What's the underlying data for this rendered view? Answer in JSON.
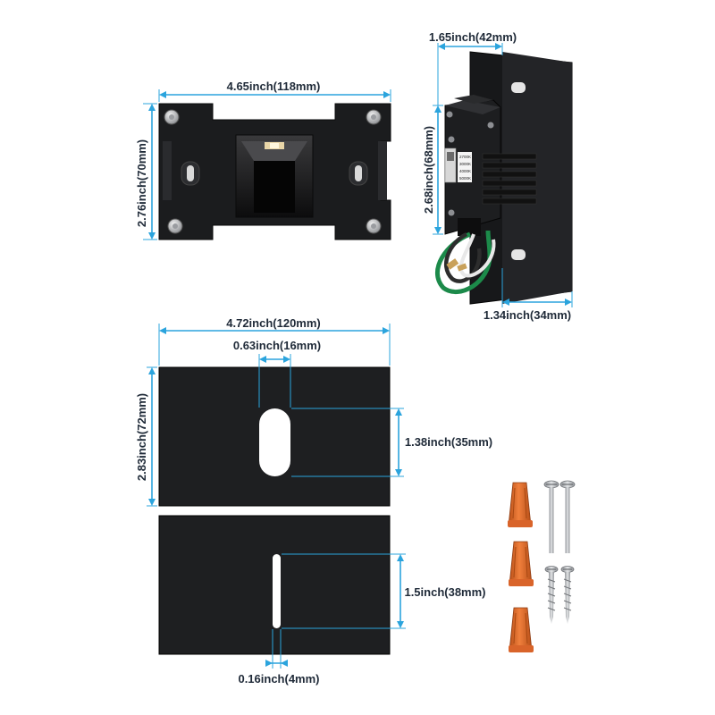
{
  "dimensions": {
    "front_width": "4.65inch(118mm)",
    "front_height": "2.76inch(70mm)",
    "side_width": "1.65inch(42mm)",
    "side_height": "2.68inch(68mm)",
    "side_depth": "1.34inch(34mm)",
    "cover_width": "4.72inch(120mm)",
    "slot_width": "0.63inch(16mm)",
    "cover_height": "2.83inch(72mm)",
    "slot_height": "1.38inch(35mm)",
    "plate_slot_height": "1.5inch(38mm)",
    "plate_slot_width": "0.16inch(4mm)"
  },
  "cct_labels": [
    "2700K",
    "3000K",
    "4000K",
    "5000K"
  ],
  "accessories": {
    "wire_nut_count": 3,
    "machine_screw_count": 2,
    "wood_screw_count": 2
  },
  "colors": {
    "dimension": "#2ba4dd",
    "fixture_body": "#1a1b1d",
    "wire_nut": "#e06a2a",
    "screw": "#b9bcc0"
  }
}
